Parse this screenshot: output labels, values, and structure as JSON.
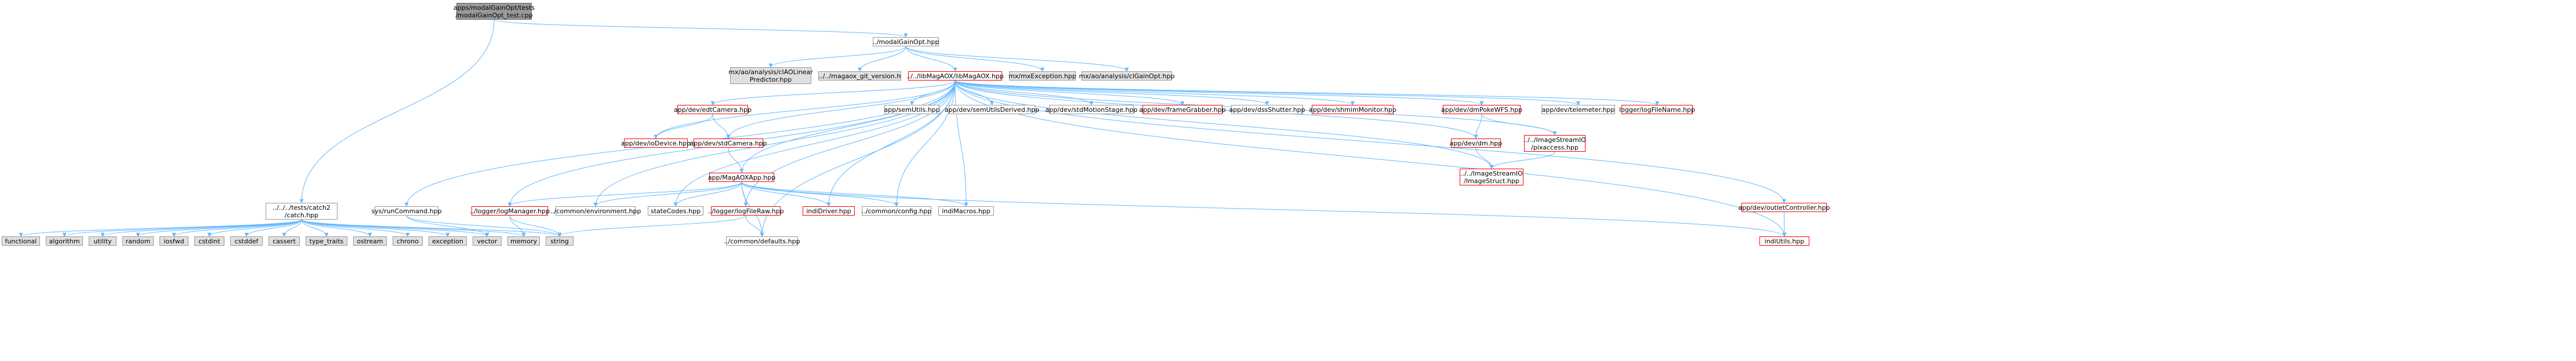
{
  "colors": {
    "edge": "#63b8ff",
    "node_border": "#999999",
    "truncated_border": "#ff0000",
    "external_fill": "#e0e0e0",
    "root_fill": "#999999"
  },
  "nodes": {
    "root": "apps/modalGainOpt/tests\n/modalGainOpt_test.cpp",
    "modalGainOpt": "../modalGainOpt.hpp",
    "catch": "../../../tests/catch2\n/catch.hpp",
    "aoLinear": "mx/ao/analysis/clAOLinear\nPredictor.hpp",
    "magaoxGit": "../../magaox_git_version.h",
    "libMagAOX": "../../libMagAOX/libMagAOX.hpp",
    "mxException": "mx/mxException.hpp",
    "clGainOpt": "mx/ao/analysis/clGainOpt.hpp",
    "edtCamera": "app/dev/edtCamera.hpp",
    "ioDevice": "app/dev/ioDevice.hpp",
    "stdCamera": "app/dev/stdCamera.hpp",
    "semUtils": "app/semUtils.hpp",
    "semUtilsDerived": "app/dev/semUtilsDerived.hpp",
    "stdMotionStage": "app/dev/stdMotionStage.hpp",
    "frameGrabber": "app/dev/frameGrabber.hpp",
    "dssShutter": "app/dev/dssShutter.hpp",
    "shmimMonitor": "app/dev/shmimMonitor.hpp",
    "dmPokeWFS": "app/dev/dmPokeWFS.hpp",
    "dm": "app/dev/dm.hpp",
    "pixaccess": "../../ImageStreamIO\n/pixaccess.hpp",
    "imageStruct": "../../ImageStreamIO\n/ImageStruct.hpp",
    "telemeter": "app/dev/telemeter.hpp",
    "logFileName": "logger/logFileName.hpp",
    "outletController": "app/dev/outletController.hpp",
    "indiUtils": "indiUtils.hpp",
    "runCommand": "sys/runCommand.hpp",
    "MagAOXApp": "app/MagAOXApp.hpp",
    "logManager": "../logger/logManager.hpp",
    "environment": "../common/environment.hpp",
    "stateCodes": "stateCodes.hpp",
    "logFileRaw": "../logger/logFileRaw.hpp",
    "indiDriver": "indiDriver.hpp",
    "config": "../common/config.hpp",
    "indiMacros": "indiMacros.hpp",
    "defaults": "../common/defaults.hpp",
    "functional": "functional",
    "algorithm": "algorithm",
    "utility": "utility",
    "random": "random",
    "iosfwd": "iosfwd",
    "cstdint": "cstdint",
    "cstddef": "cstddef",
    "cassert": "cassert",
    "type_traits": "type_traits",
    "ostream": "ostream",
    "chrono": "chrono",
    "exception": "exception",
    "vector": "vector",
    "memory": "memory",
    "string": "string"
  },
  "edges": [
    [
      "root",
      "modalGainOpt"
    ],
    [
      "root",
      "catch"
    ],
    [
      "modalGainOpt",
      "aoLinear"
    ],
    [
      "modalGainOpt",
      "magaoxGit"
    ],
    [
      "modalGainOpt",
      "libMagAOX"
    ],
    [
      "modalGainOpt",
      "mxException"
    ],
    [
      "modalGainOpt",
      "clGainOpt"
    ],
    [
      "libMagAOX",
      "edtCamera"
    ],
    [
      "libMagAOX",
      "ioDevice"
    ],
    [
      "libMagAOX",
      "stdCamera"
    ],
    [
      "libMagAOX",
      "semUtils"
    ],
    [
      "libMagAOX",
      "semUtilsDerived"
    ],
    [
      "libMagAOX",
      "stdMotionStage"
    ],
    [
      "libMagAOX",
      "frameGrabber"
    ],
    [
      "libMagAOX",
      "dssShutter"
    ],
    [
      "libMagAOX",
      "shmimMonitor"
    ],
    [
      "libMagAOX",
      "dmPokeWFS"
    ],
    [
      "libMagAOX",
      "dm"
    ],
    [
      "libMagAOX",
      "pixaccess"
    ],
    [
      "libMagAOX",
      "imageStruct"
    ],
    [
      "libMagAOX",
      "telemeter"
    ],
    [
      "libMagAOX",
      "logFileName"
    ],
    [
      "libMagAOX",
      "outletController"
    ],
    [
      "libMagAOX",
      "indiUtils"
    ],
    [
      "libMagAOX",
      "runCommand"
    ],
    [
      "libMagAOX",
      "MagAOXApp"
    ],
    [
      "libMagAOX",
      "logManager"
    ],
    [
      "libMagAOX",
      "environment"
    ],
    [
      "libMagAOX",
      "stateCodes"
    ],
    [
      "libMagAOX",
      "logFileRaw"
    ],
    [
      "libMagAOX",
      "indiDriver"
    ],
    [
      "libMagAOX",
      "config"
    ],
    [
      "libMagAOX",
      "indiMacros"
    ],
    [
      "libMagAOX",
      "defaults"
    ],
    [
      "edtCamera",
      "ioDevice"
    ],
    [
      "edtCamera",
      "stdCamera"
    ],
    [
      "stdCamera",
      "MagAOXApp"
    ],
    [
      "dmPokeWFS",
      "dm"
    ],
    [
      "dmPokeWFS",
      "pixaccess"
    ],
    [
      "dm",
      "imageStruct"
    ],
    [
      "pixaccess",
      "imageStruct"
    ],
    [
      "outletController",
      "indiUtils"
    ],
    [
      "MagAOXApp",
      "logManager"
    ],
    [
      "MagAOXApp",
      "environment"
    ],
    [
      "MagAOXApp",
      "stateCodes"
    ],
    [
      "MagAOXApp",
      "logFileRaw"
    ],
    [
      "MagAOXApp",
      "indiDriver"
    ],
    [
      "MagAOXApp",
      "config"
    ],
    [
      "MagAOXApp",
      "indiMacros"
    ],
    [
      "MagAOXApp",
      "indiUtils"
    ],
    [
      "MagAOXApp",
      "defaults"
    ],
    [
      "logManager",
      "memory"
    ],
    [
      "logManager",
      "string"
    ],
    [
      "logFileRaw",
      "string"
    ],
    [
      "logFileRaw",
      "defaults"
    ],
    [
      "runCommand",
      "vector"
    ],
    [
      "runCommand",
      "string"
    ],
    [
      "catch",
      "functional"
    ],
    [
      "catch",
      "algorithm"
    ],
    [
      "catch",
      "utility"
    ],
    [
      "catch",
      "random"
    ],
    [
      "catch",
      "iosfwd"
    ],
    [
      "catch",
      "cstdint"
    ],
    [
      "catch",
      "cstddef"
    ],
    [
      "catch",
      "cassert"
    ],
    [
      "catch",
      "type_traits"
    ],
    [
      "catch",
      "ostream"
    ],
    [
      "catch",
      "chrono"
    ],
    [
      "catch",
      "exception"
    ],
    [
      "catch",
      "vector"
    ],
    [
      "catch",
      "memory"
    ],
    [
      "catch",
      "string"
    ]
  ]
}
